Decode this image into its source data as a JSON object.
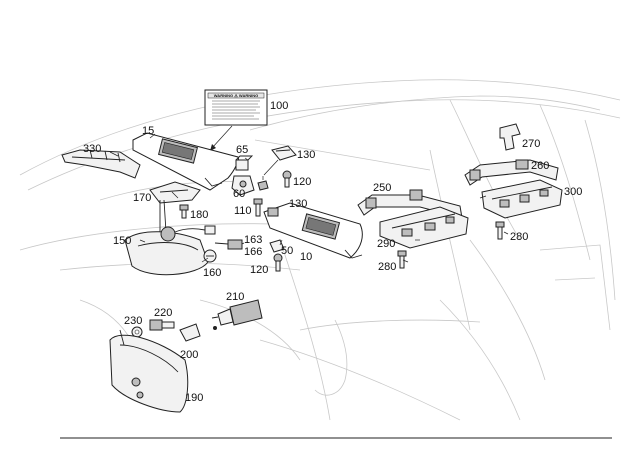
{
  "diagram": {
    "warning_label": {
      "text": "WARNING ⚠ WARNING"
    },
    "callouts": [
      {
        "id": "c100",
        "text": "100"
      },
      {
        "id": "c15",
        "text": "15"
      },
      {
        "id": "c330",
        "text": "330"
      },
      {
        "id": "c65",
        "text": "65"
      },
      {
        "id": "c130a",
        "text": "130"
      },
      {
        "id": "c120a",
        "text": "120"
      },
      {
        "id": "c60",
        "text": "60"
      },
      {
        "id": "c170",
        "text": "170"
      },
      {
        "id": "c180",
        "text": "180"
      },
      {
        "id": "c110",
        "text": "110"
      },
      {
        "id": "c130b",
        "text": "130"
      },
      {
        "id": "c150",
        "text": "150"
      },
      {
        "id": "c163",
        "text": "163"
      },
      {
        "id": "c166",
        "text": "166"
      },
      {
        "id": "c50",
        "text": "50"
      },
      {
        "id": "c10",
        "text": "10"
      },
      {
        "id": "c160",
        "text": "160"
      },
      {
        "id": "c120b",
        "text": "120"
      },
      {
        "id": "c250",
        "text": "250"
      },
      {
        "id": "c270",
        "text": "270"
      },
      {
        "id": "c260",
        "text": "260"
      },
      {
        "id": "c300",
        "text": "300"
      },
      {
        "id": "c290",
        "text": "290"
      },
      {
        "id": "c280a",
        "text": "280"
      },
      {
        "id": "c280b",
        "text": "280"
      },
      {
        "id": "c210",
        "text": "210"
      },
      {
        "id": "c220",
        "text": "220"
      },
      {
        "id": "c230",
        "text": "230"
      },
      {
        "id": "c200",
        "text": "200"
      },
      {
        "id": "c190",
        "text": "190"
      }
    ]
  }
}
